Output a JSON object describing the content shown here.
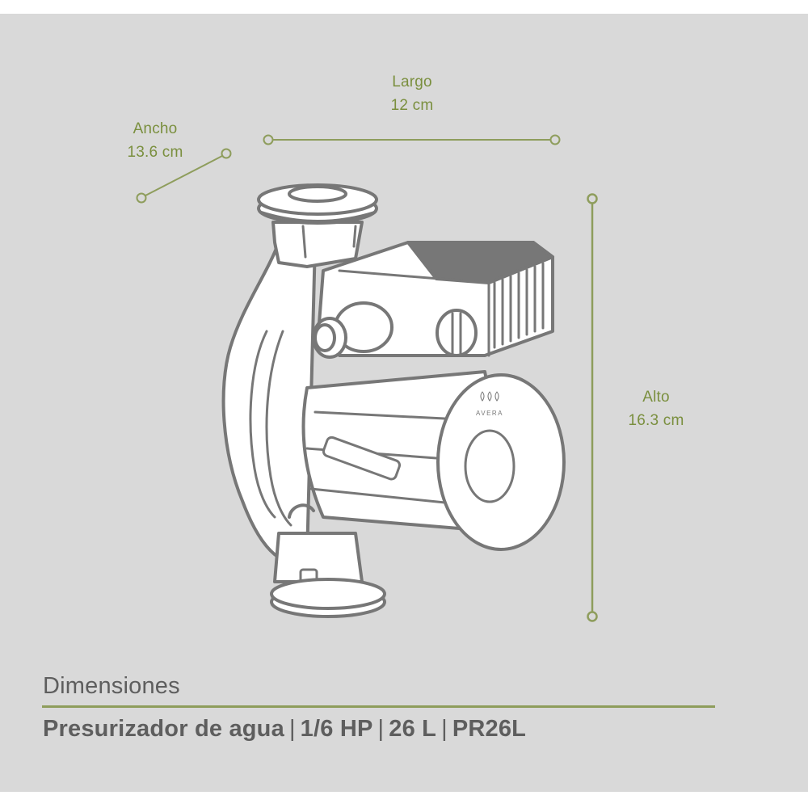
{
  "panel": {
    "background": "#d9d9d9"
  },
  "colors": {
    "accent": "#7a8f3e",
    "dimension_line": "#8e9d5c",
    "text": "#5e5e5e",
    "illustration_stroke": "#777777",
    "illustration_fill": "#ffffff"
  },
  "dimensions": {
    "largo": {
      "label": "Largo",
      "value": "12 cm"
    },
    "ancho": {
      "label": "Ancho",
      "value": "13.6 cm"
    },
    "alto": {
      "label": "Alto",
      "value": "16.3 cm"
    }
  },
  "illustration": {
    "subject": "water-pressure-pump",
    "brand_logo": "three-drops-logo",
    "brand_text": "AVERA"
  },
  "footer": {
    "title": "Dimensiones",
    "specs": [
      "Presurizador de agua",
      "1/6 HP",
      "26 L",
      "PR26L"
    ],
    "separator": "|"
  }
}
